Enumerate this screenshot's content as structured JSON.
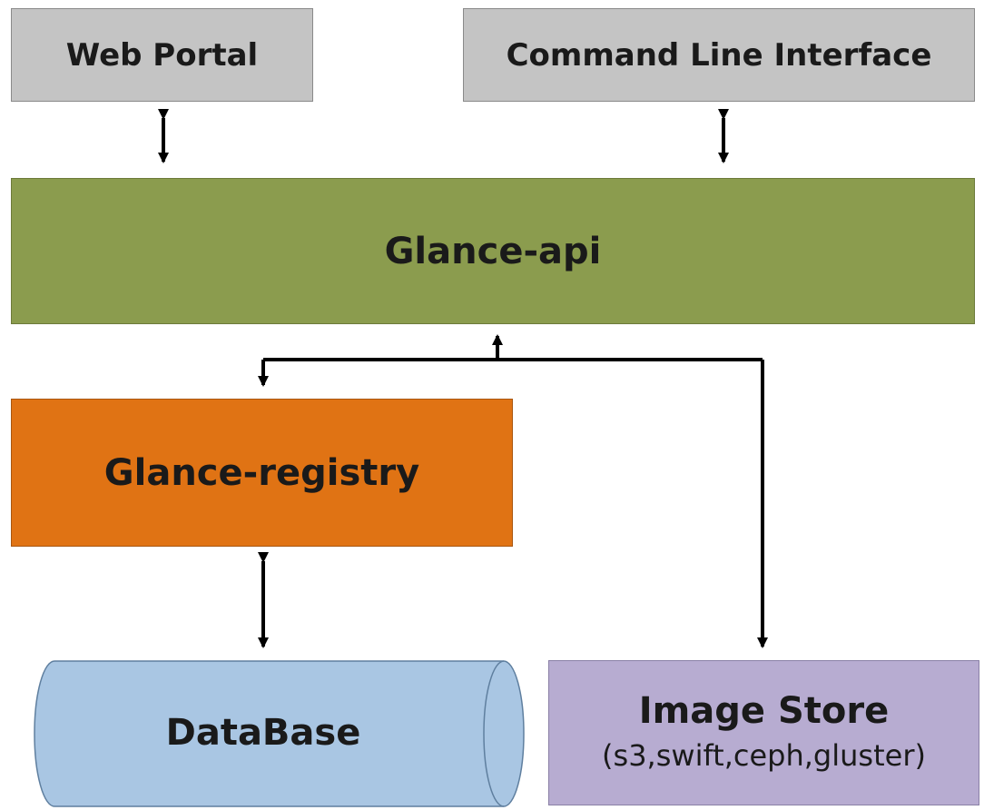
{
  "diagram": {
    "nodes": {
      "web_portal": {
        "label": "Web Portal",
        "color": "#c4c4c4"
      },
      "cli": {
        "label": "Command Line Interface",
        "color": "#c4c4c4"
      },
      "glance_api": {
        "label": "Glance-api",
        "color": "#8b9c4e"
      },
      "glance_registry": {
        "label": "Glance-registry",
        "color": "#e07314"
      },
      "database": {
        "label": "DataBase",
        "color": "#a9c6e3"
      },
      "image_store": {
        "label": "Image Store",
        "subtitle": "(s3,swift,ceph,gluster)",
        "color": "#b7acd1"
      }
    },
    "edges": [
      {
        "from": "web_portal",
        "to": "glance_api",
        "direction": "bidirectional"
      },
      {
        "from": "cli",
        "to": "glance_api",
        "direction": "bidirectional"
      },
      {
        "from": "glance_api",
        "to": "glance_registry",
        "direction": "bidirectional"
      },
      {
        "from": "glance_api",
        "to": "image_store",
        "direction": "bidirectional"
      },
      {
        "from": "glance_registry",
        "to": "database",
        "direction": "bidirectional"
      }
    ]
  }
}
